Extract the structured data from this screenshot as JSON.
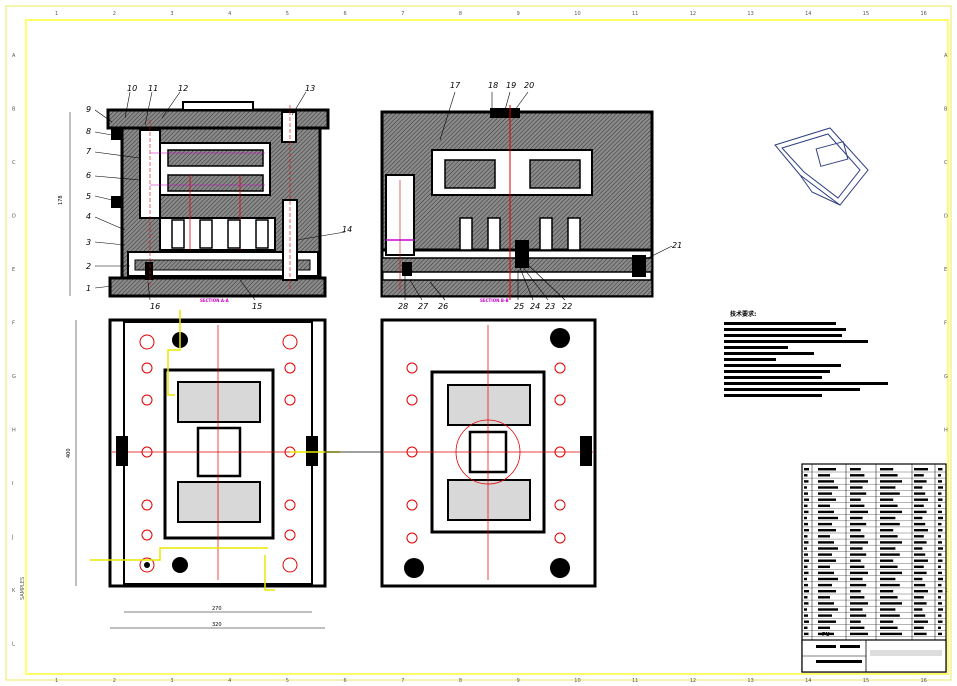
{
  "drawing": {
    "border_color": "#ffff66",
    "line_color": "#000000",
    "centerline_color": "#e00000",
    "accent_color": "#d000d0",
    "zone_columns": [
      "1",
      "2",
      "3",
      "4",
      "5",
      "6",
      "7",
      "8",
      "9",
      "10",
      "11",
      "12",
      "13",
      "14",
      "15",
      "16"
    ],
    "zone_rows": [
      "A",
      "B",
      "C",
      "D",
      "E",
      "F",
      "G",
      "H",
      "I",
      "J",
      "K",
      "L"
    ],
    "part_labels": [
      "1",
      "2",
      "3",
      "4",
      "5",
      "6",
      "7",
      "8",
      "9",
      "10",
      "11",
      "12",
      "13",
      "14",
      "15",
      "16",
      "17",
      "18",
      "19",
      "20",
      "21",
      "22",
      "23",
      "24",
      "25",
      "26",
      "27",
      "28"
    ],
    "section_left": "SECTION A-A",
    "section_right": "SECTION B-B",
    "requirements_title": "技术要求:",
    "dim_height_front": "178",
    "dim_height_plan": "400",
    "dim_width_inner": "270",
    "dim_width_outer": "320",
    "stamp_text": "SAMPLES",
    "title_block_text": "PU"
  }
}
